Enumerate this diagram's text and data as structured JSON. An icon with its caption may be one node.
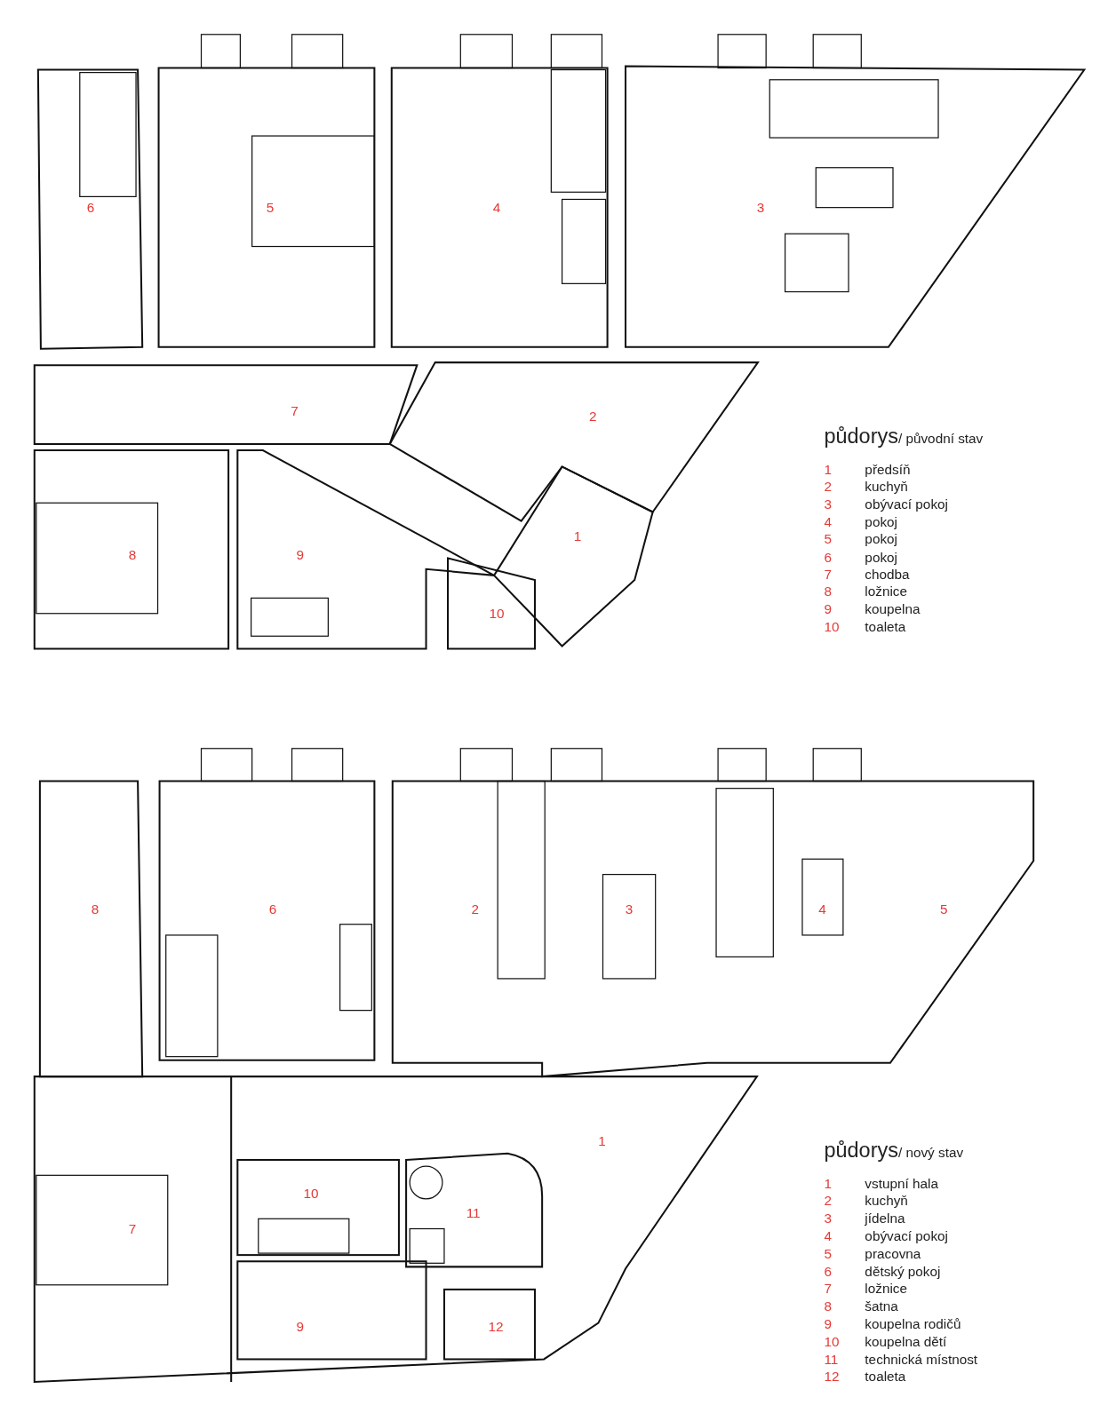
{
  "diagram": {
    "labels": [
      "6",
      "5",
      "4",
      "3",
      "7",
      "2",
      "8",
      "9",
      "1",
      "10",
      "půdorys",
      "/ původní stav",
      "1",
      "předsíň",
      "2",
      "kuchyň",
      "3",
      "obývací pokoj",
      "4",
      "pokoj",
      "5",
      "pokoj",
      "6",
      "pokoj",
      "7",
      "chodba",
      "8",
      "ložnice",
      "9",
      "koupelna",
      "10",
      "toaleta",
      "8",
      "6",
      "2",
      "3",
      "4",
      "5",
      "1",
      "7",
      "10",
      "11",
      "9",
      "12",
      "půdorys",
      "/ nový stav",
      "1",
      "vstupní hala",
      "2",
      "kuchyň",
      "3",
      "jídelna",
      "4",
      "obývací pokoj",
      "5",
      "pracovna",
      "6",
      "dětský pokoj",
      "7",
      "ložnice",
      "8",
      "šatna",
      "9",
      "koupelna rodičů",
      "10",
      "koupelna dětí",
      "11",
      "technická místnost",
      "12",
      "toaleta"
    ]
  }
}
